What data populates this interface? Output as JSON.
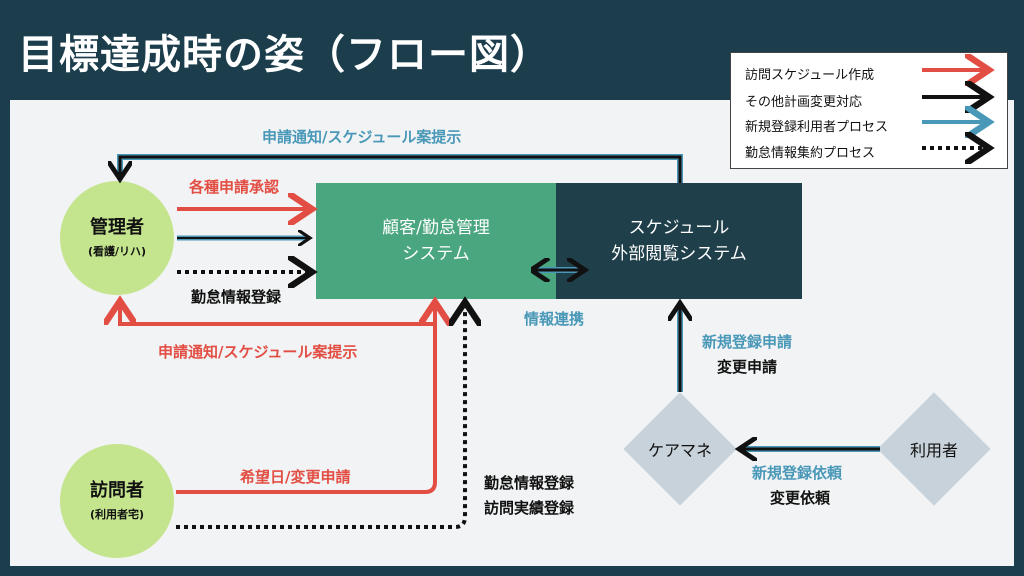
{
  "title": "目標達成時の姿（フロー図）",
  "colors": {
    "background": "#1c3e4c",
    "panel": "#f1f3f4",
    "red": "#e34e44",
    "blue": "#4a98b8",
    "black": "#111111",
    "green_box": "#4aa67f",
    "dark_box": "#1f3f4a",
    "circle": "#c4e58e",
    "diamond": "#c7d2da"
  },
  "legend": [
    {
      "label": "訪問スケジュール作成",
      "style": "red-solid"
    },
    {
      "label": "その他計画変更対応",
      "style": "black-solid"
    },
    {
      "label": "新規登録利用者プロセス",
      "style": "blue-solid"
    },
    {
      "label": "勤怠情報集約プロセス",
      "style": "black-dotted"
    }
  ],
  "nodes": {
    "manager": {
      "name": "管理者",
      "sub": "(看護/リハ)"
    },
    "visitor": {
      "name": "訪問者",
      "sub": "(利用者宅)"
    },
    "system1": {
      "line1": "顧客/勤怠管理",
      "line2": "システム"
    },
    "system2": {
      "line1": "スケジュール",
      "line2": "外部閲覧システム"
    },
    "caremanager": "ケアマネ",
    "user": "利用者"
  },
  "labels": {
    "top_feedback": "申請通知/スケジュール案提示",
    "approval": "各種申請承認",
    "attendance_reg": "勤怠情報登録",
    "bottom_feedback": "申請通知/スケジュール案提示",
    "info_link": "情報連携",
    "new_reg_request": "新規登録申請",
    "change_request": "変更申請",
    "wish_change": "希望日/変更申請",
    "attendance_reg2": "勤怠情報登録",
    "visit_record": "訪問実績登録",
    "new_reg_ask": "新規登録依頼",
    "change_ask": "変更依頼"
  }
}
